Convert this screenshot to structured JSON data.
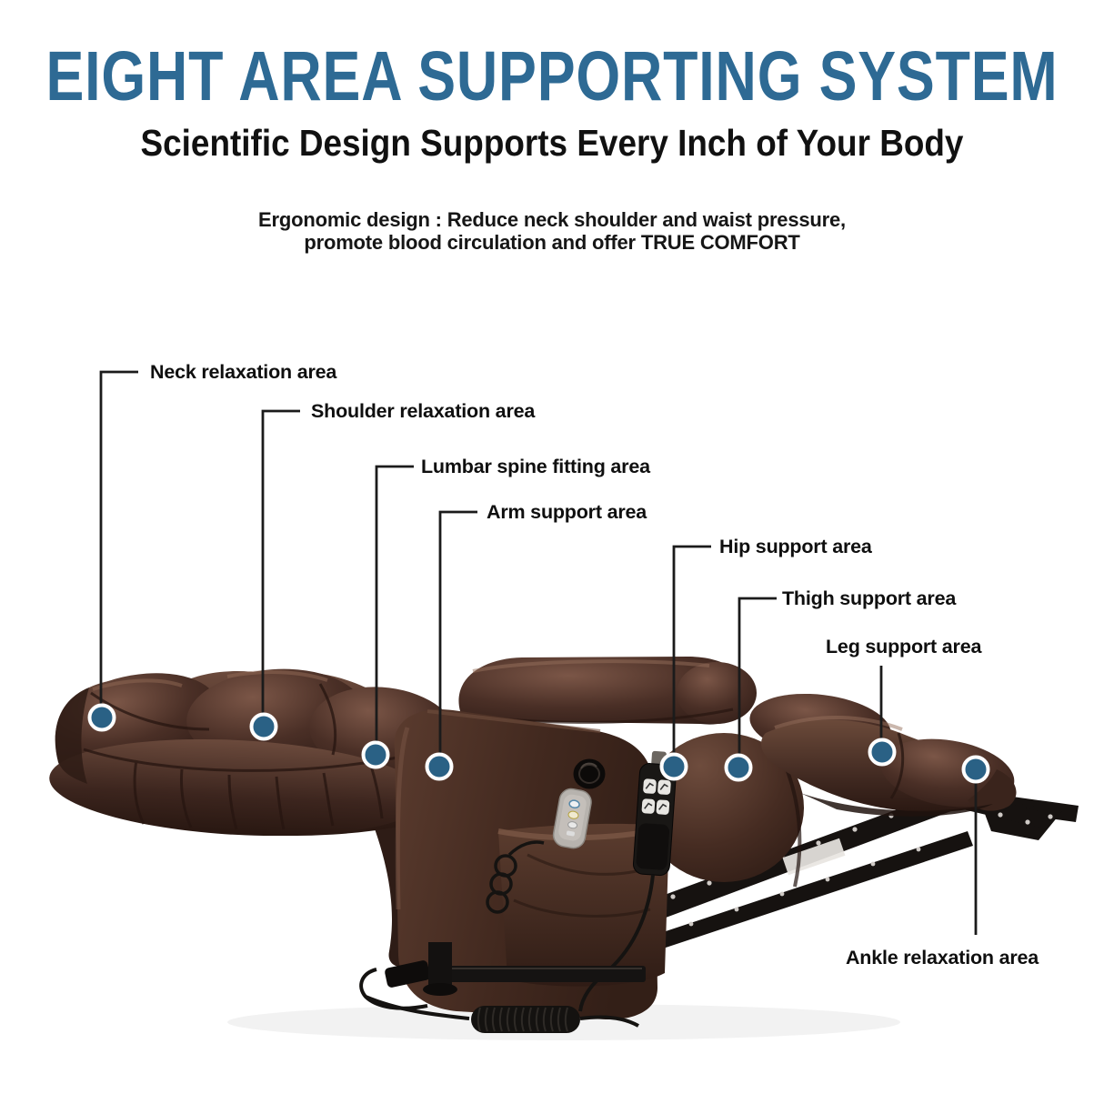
{
  "header": {
    "title": "EIGHT AREA SUPPORTING SYSTEM",
    "subtitle": "Scientific Design Supports Every Inch of Your Body",
    "description_line1": "Ergonomic design : Reduce neck shoulder and waist pressure,",
    "description_line2": "promote blood circulation and offer TRUE COMFORT"
  },
  "labels": [
    {
      "id": "neck",
      "text": "Neck relaxation area"
    },
    {
      "id": "shoulder",
      "text": "Shoulder relaxation area"
    },
    {
      "id": "lumbar",
      "text": "Lumbar spine fitting area"
    },
    {
      "id": "arm",
      "text": "Arm support area"
    },
    {
      "id": "hip",
      "text": "Hip support area"
    },
    {
      "id": "thigh",
      "text": "Thigh support area"
    },
    {
      "id": "leg",
      "text": "Leg support area"
    },
    {
      "id": "ankle",
      "text": "Ankle relaxation area"
    }
  ],
  "colors": {
    "title_blue": "#2e6a94",
    "text_black": "#111111",
    "callout_line": "#1b1b1b",
    "support_dot_fill": "#2a6185",
    "support_dot_ring": "#ffffff",
    "leather_highlight": "#7b564 7",
    "leather_mid": "#4a2f25",
    "leather_shadow": "#2a1711",
    "hardware_black": "#151210"
  }
}
